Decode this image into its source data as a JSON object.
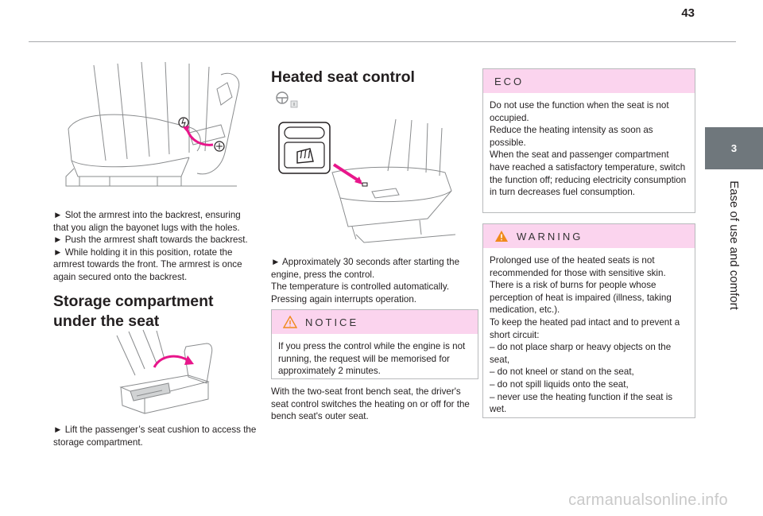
{
  "page": {
    "number": "43",
    "chapter_number": "3",
    "chapter_title": "Ease of use and comfort"
  },
  "armrest": {
    "steps": [
      "► Slot the armrest into the backrest, ensuring that you align the bayonet lugs with the holes.",
      "► Push the armrest shaft towards the backrest.",
      "► While holding it in this position, rotate the armrest towards the front. The armrest is once again secured onto the backrest."
    ]
  },
  "storage": {
    "title": "Storage compartment under the seat",
    "step": "► Lift the passenger’s seat cushion to access the storage compartment."
  },
  "heated": {
    "title": "Heated seat control",
    "step": "► Approximately 30 seconds after starting the engine, press the control.",
    "lines": [
      "The temperature is controlled automatically.",
      "Pressing again interrupts operation."
    ],
    "bench_note": "With the two-seat front bench seat, the driver's seat control switches the heating on or off for the bench seat's outer seat."
  },
  "notice": {
    "label": "NOTICE",
    "text": "If you press the control while the engine is not running, the request will be memorised for approximately 2 minutes."
  },
  "eco": {
    "label": "ECO",
    "lines": [
      "Do not use the function when the seat is not occupied.",
      "Reduce the heating intensity as soon as possible.",
      "When the seat and passenger compartment have reached a satisfactory temperature, switch the function off; reducing electricity consumption in turn decreases fuel consumption."
    ]
  },
  "warning": {
    "label": "WARNING",
    "lines": [
      "Prolonged use of the heated seats is not recommended for those with sensitive skin. There is a risk of burns for people whose perception of heat is impaired (illness, taking medication, etc.).",
      "To keep the heated pad intact and to prevent a short circuit:",
      "– do not place sharp or heavy objects on the seat,",
      "– do not kneel or stand on the seat,",
      "– do not spill liquids onto the seat,",
      "– never use the heating function if the seat is wet."
    ]
  },
  "watermark": "carmanualsonline.info",
  "colors": {
    "accent_pink": "#e8168b",
    "box_header": "#fbd4ee",
    "chapter_tab": "#6f777c",
    "warning_icon": "#f08a1c"
  },
  "icons": [
    "seat-armrest-illustration",
    "seat-storage-illustration",
    "heated-seat-illustration",
    "heated-seat-button-icon",
    "steering-wheel-icon",
    "notice-triangle-icon",
    "warning-triangle-icon"
  ]
}
